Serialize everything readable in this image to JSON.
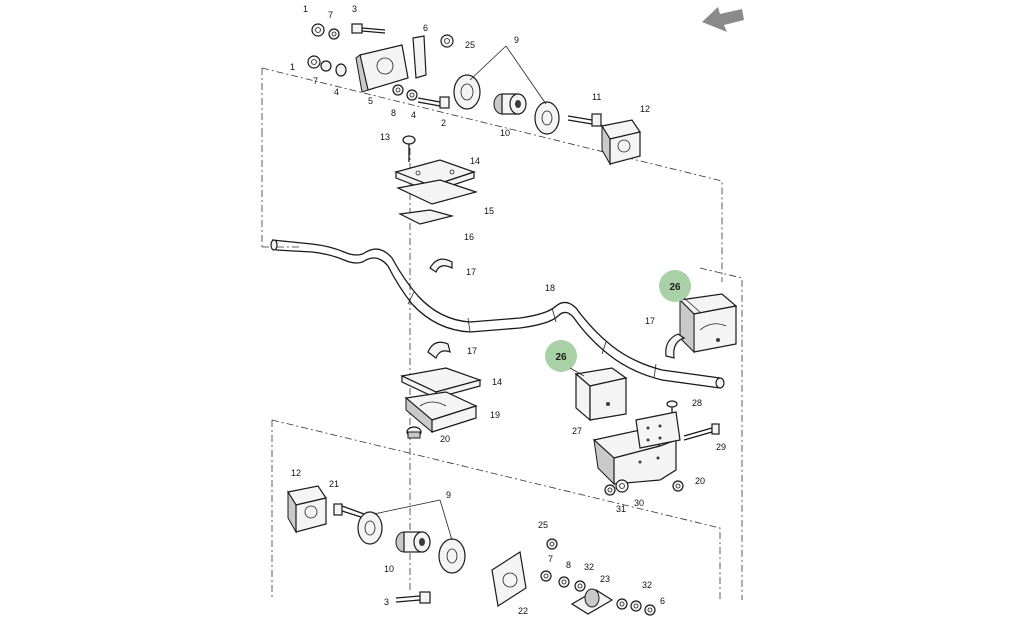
{
  "nav": {
    "back_arrow_color": "#8a8a8a"
  },
  "highlight_color": "#a9d1a6",
  "labels": {
    "p1a": "1",
    "p7a": "7",
    "p3a": "3",
    "p6a": "6",
    "p25a": "25",
    "p9a": "9",
    "p1b": "1",
    "p7b": "7",
    "p4a": "4",
    "p5a": "5",
    "p8a": "8",
    "p4b": "4",
    "p2a": "2",
    "p10a": "10",
    "p11a": "11",
    "p12a": "12",
    "p13a": "13",
    "p14a": "14",
    "p15a": "15",
    "p16a": "16",
    "p17a": "17",
    "p18a": "18",
    "p26a": "26",
    "p17b": "17",
    "p17c": "17",
    "p26b": "26",
    "p14b": "14",
    "p19a": "19",
    "p20a": "20",
    "p28a": "28",
    "p27a": "27",
    "p29a": "29",
    "p20b": "20",
    "p31a": "31",
    "p30a": "30",
    "p12b": "12",
    "p21a": "21",
    "p9b": "9",
    "p10b": "10",
    "p25b": "25",
    "p7c": "7",
    "p8b": "8",
    "p32a": "32",
    "p23a": "23",
    "p32b": "32",
    "p3b": "3",
    "p22a": "22",
    "p6b": "6"
  }
}
